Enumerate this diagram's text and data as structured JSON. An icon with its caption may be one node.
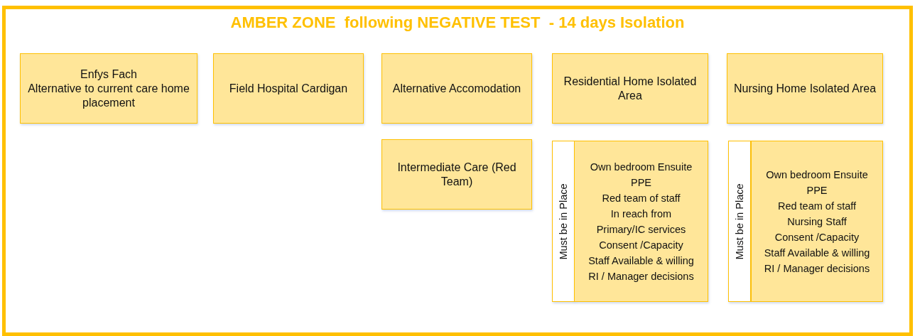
{
  "diagram": {
    "title": "AMBER ZONE  following NEGATIVE TEST  - 14 days Isolation",
    "nodes": [
      {
        "text": [
          "Enfys Fach",
          "Alternative to current care home placement"
        ]
      },
      {
        "text": [
          "Field Hospital Cardigan"
        ]
      },
      {
        "text": [
          "Alternative Accomodation"
        ]
      },
      {
        "text": [
          "Residential Home Isolated Area"
        ]
      },
      {
        "text": [
          "Nursing Home Isolated Area"
        ]
      },
      {
        "text": [
          "Intermediate Care (Red Team)"
        ]
      },
      {
        "text": [
          "Must be in Place"
        ]
      },
      {
        "text": [
          "Own bedroom Ensuite",
          "PPE",
          "Red team of staff",
          "In reach from",
          "Primary/IC services",
          "Consent /Capacity",
          "Staff Available & willing",
          "RI / Manager decisions"
        ]
      },
      {
        "text": [
          "Must be in Place"
        ]
      },
      {
        "text": [
          "Own bedroom Ensuite",
          "PPE",
          "Red team of staff",
          "Nursing Staff",
          "Consent /Capacity",
          "Staff Available & willing",
          "RI / Manager decisions"
        ]
      }
    ]
  }
}
